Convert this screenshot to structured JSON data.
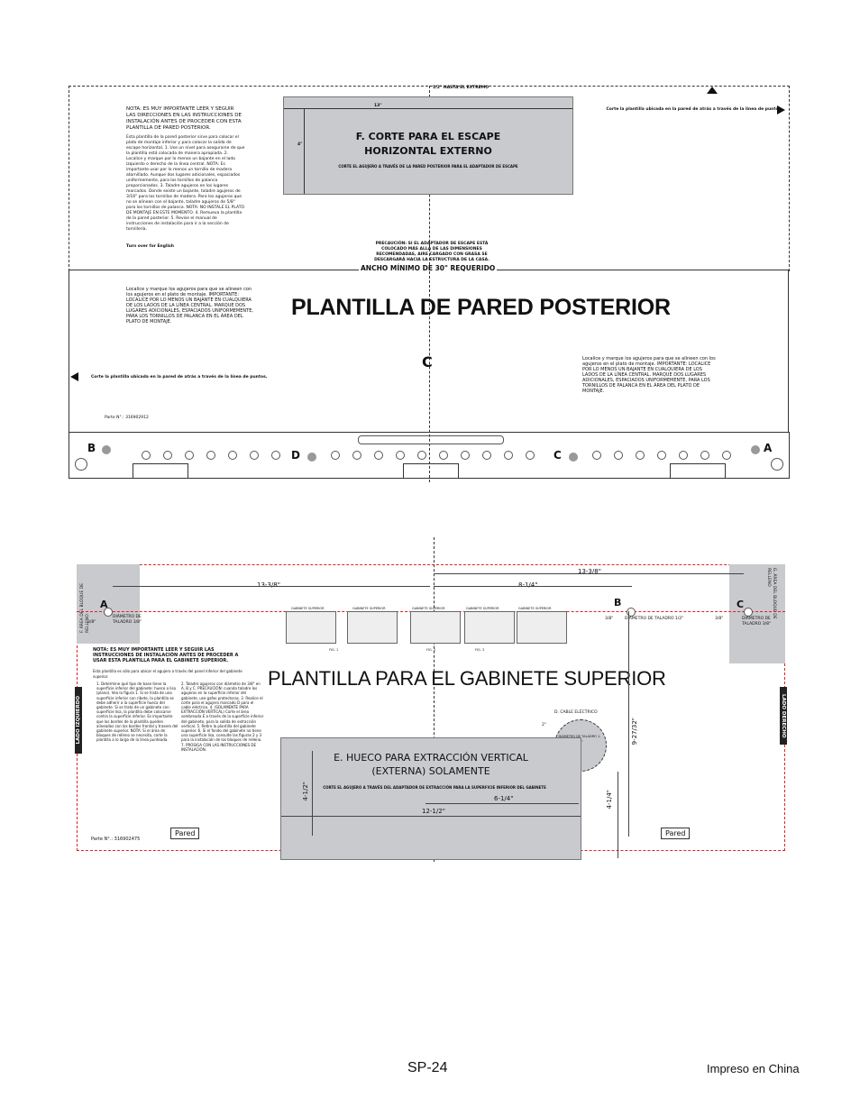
{
  "top_template": {
    "title": "PLANTILLA DE PARED POSTERIOR",
    "note_intro": "NOTA: ES MUY IMPORTANTE LEER Y SEGUIR LAS DIRECCIONES EN LAS INSTRUCCIONES DE INSTALACIÓN ANTES DE PROCEDER CON ESTA PLANTILLA DE PARED POSTERIOR.",
    "note_body": "Esta plantilla de la pared posterior sirve para colocar el plato de montaje inferior y para colocar la salida de escape horizontal. 1. Use un nivel para asegurarse de que la plantilla está colocada de manera apropiada. 2. Localice y marque por lo menos un bajante en el lado izquierdo o derecho de la línea central. NOTA: Es importante usar por lo menos un tornillo de madera atornillado. Aunque dos lugares adicionales, espaciados uniformemente, para los tornillos de palanca proporcionados. 3. Taladre agujeros en los lugares marcados. Donde existe un bajante, taladre agujeros de 3/16\" para los tornillos de madera. Para los agujeros que no se alinean con el bajante, taladre agujeros de 5/8\" para los tornillos de palanca. NOTA: NO INSTALE EL PLATO DE MONTAJE EN ESTE MOMENTO. 4. Remueva la plantilla de la pared posterior. 5. Revise el manual de instrucciones de instalación para ir a la sección de tornillería.",
    "turn_over": "Turn over for English",
    "dim_13": "13\"",
    "dim_4": "4\"",
    "center_label": "1/2\" HASTA EL EXTREMO",
    "cut_right": "Corte la plantilla ubicada en la pared de atrás a través de la línea de puntos.",
    "cut_left": "Corte la plantilla ubicada en la pared de atrás a través de la línea de puntos.",
    "section_f_title": "F. CORTE PARA EL ESCAPE HORIZONTAL EXTERNO",
    "section_f_sub": "CORTE EL AGUJERO A TRAVÉS DE LA PARED POSTERIOR PARA EL ADAPTADOR DE ESCAPE",
    "caution": "PRECAUCIÓN: SI EL ADAPTADOR DE ESCAPE ESTÁ COLOCADO MÁS ALLÁ DE LAS DIMENSIONES RECOMENDADAS, AIRE CARGADO CON GRASA SE DESCARGARÁ HACIA LA ESTRUCTURA DE LA CASA.",
    "min_width": "ANCHO MÍNIMO DE 30\" REQUERIDO",
    "locate_left": "Localice y marque los agujeros para que se alineen con los agujeros en el plato de montaje. IMPORTANTE: LOCALICE POR LO MENOS UN BAJANTE EN CUALQUIERA DE LOS LADOS DE LA LÍNEA CENTRAL. MARQUE DOS LUGARES ADICIONALES, ESPACIADOS UNIFORMEMENTE, PARA LOS TORNILLOS DE PALANCA EN EL ÁREA DEL PLATO DE MONTAJE.",
    "locate_right": "Localice y marque los agujeros para que se alineen con los agujeros en el plato de montaje. IMPORTANTE: LOCALICE POR LO MENOS UN BAJANTE EN CUALQUIERA DE LOS LADOS DE LA LÍNEA CENTRAL. MARQUE DOS LUGARES ADICIONALES, ESPACIADOS UNIFORMEMENTE, PARA LOS TORNILLOS DE PALANCA EN EL ÁREA DEL PLATO DE MONTAJE.",
    "part_no": "Parte N°.: 316902912",
    "letter_c": "C",
    "letter_b": "B",
    "letter_d": "D",
    "letter_c2": "C",
    "letter_a": "A"
  },
  "bottom_template": {
    "title": "PLANTILLA PARA EL GABINETE SUPERIOR",
    "fill_left": "F. ÁREA DEL BLOQUE DE RELLENO",
    "fill_right": "G. ÁREA DEL BLOQUE DE RELLENO",
    "dim_13_left": "13-3/8\"",
    "dim_13_right": "13-3/8\"",
    "dim_8": "8-1/4\"",
    "dim_38a": "3/8\"",
    "dim_38b": "3/8\"",
    "dim_38c": "3/8\"",
    "letter_a": "A",
    "letter_b": "B",
    "letter_c": "C",
    "drill_a": "DIÁMETRO DE TALADRO 3/8\"",
    "drill_b": "DIÁMETRO DE TALADRO 1/2\"",
    "drill_c": "DIÁMETRO DE TALADRO 3/8\"",
    "note_title": "NOTA: ES MUY IMPORTANTE LEER Y SEGUIR LAS INSTRUCCIONES DE INSTALACIÓN ANTES DE PROCEDER A USAR ESTA PLANTILLA PARA EL GABINETE SUPERIOR.",
    "note_sub": "Esta plantilla es sólo para ubicar el agujero a través del panel inferior del gabinete superior.",
    "steps_left": "1. Determine qué tipo de base tiene la superficie inferior del gabinete: hueco o liso (plano). Vea la figura 1. Si se trata de una superficie inferior con ribete, la plantilla se debe adherir a la superficie hueca del gabinete. Si se trata de un gabinete con superficie lisa, la plantilla debe colocarse contra la superficie inferior. Es importante que los bordes de la plantilla queden alineados con los bordes frontal y trasero del gabinete superior. NOTA: Si el área de bloques de relleno se necesita, corte la plantilla a lo largo de la línea punteada.",
    "steps_mid": "2. Taladre agujeros con diámetro de 3/8\" en A, B y C. PRECAUCIÓN: cuando taladre los agujeros en la superficie inferior del gabinete, use gafas protectoras. 3. Realice el corte para el agujero marcado D para el cable eléctrico. 4. (SOLAMENTE PARA EXTRACCIÓN VERTICAL) Corte el área sombreada E a través de la superficie inferior del gabinete, para la salida de extracción vertical. 5. Retire la plantilla del gabinete superior. 6. Si el fondo del gabinete no tiene una superficie lisa, consulte las figuras 2 y 3 para la instalación de los bloques de relleno. 7. PROSIGA CON LAS INSTRUCCIONES DE INSTALACIÓN.",
    "side_left": "LADO IZQUIERDO",
    "side_right": "LADO DERECHO",
    "cable_label": "D. CABLE ELÉCTRICO",
    "cable_drill": "DIÁMETRO DE TALADRO 1-1/2\"",
    "dim_2": "2\"",
    "dim_9": "9-27/32\"",
    "section_e_title": "E. HUECO PARA EXTRACCIÓN VERTICAL (EXTERNA) SOLAMENTE",
    "section_e_sub": "CORTE EL AGUJERO A TRAVÉS DEL ADAPTADOR DE EXTRACCIÓN PARA LA SUPERFICIE INFERIOR DEL GABINETE",
    "dim_4a": "4-1/2\"",
    "dim_4b": "4-1/4\"",
    "dim_6": "6-1/4\"",
    "dim_12": "12-1/2\"",
    "pared_left": "Pared",
    "pared_right": "Pared",
    "part_no": "Parte N°.: 316902475",
    "fig_labels": [
      "GABINETE SUPERIOR",
      "GABINETE SUPERIOR",
      "GABINETE SUPERIOR",
      "GABINETE SUPERIOR",
      "GABINETE SUPERIOR"
    ],
    "fig_captions": [
      "FIG. 1",
      "FIG. 2",
      "FIG. 3"
    ]
  },
  "footer": {
    "page": "SP-24",
    "printed": "Impreso en China"
  }
}
